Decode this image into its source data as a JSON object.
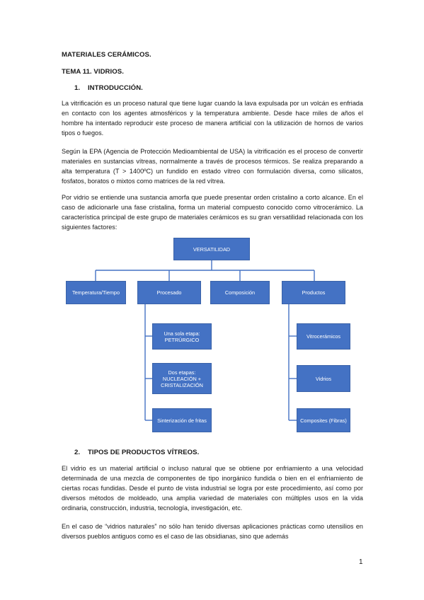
{
  "doc": {
    "title": "MATERIALES CERÁMICOS.",
    "subtitle": "TEMA 11. VIDRIOS.",
    "section1": "1.    INTRODUCCIÓN.",
    "p1": "La vitrificación es un proceso natural que tiene lugar cuando la lava expulsada por un volcán es enfriada en contacto con los agentes atmosféricos y la temperatura ambiente. Desde hace miles de años el hombre ha intentado reproducir este proceso de manera artificial con la utilización de hornos de varios tipos o fuegos.",
    "p2": "Según la EPA (Agencia de Protección Medioambiental de USA) la vitrificación es el proceso de convertir materiales en sustancias vítreas, normalmente a través de procesos térmicos. Se realiza preparando a alta temperatura (T > 1400ºC) un fundido en estado vítreo con formulación diversa, como silicatos, fosfatos, boratos o mixtos como matrices de la red vítrea.",
    "p3": "Por vidrio se entiende una sustancia amorfa que puede presentar orden cristalino a corto alcance. En el caso de adicionarle una fase cristalina, forma un material compuesto conocido como vitrocerámico. La característica principal de este grupo de materiales cerámicos es su gran versatilidad relacionada con los siguientes factores:",
    "section2": "2.    TIPOS DE PRODUCTOS VÍTREOS.",
    "p4": "El vidrio es un material artificial o incluso natural que se obtiene por enfriamiento a una velocidad determinada de una mezcla de componentes de tipo inorgánico fundida o bien en el enfriamiento de ciertas rocas fundidas. Desde el punto de vista industrial se logra por este procedimiento, así como por diversos métodos de moldeado, una amplia variedad de materiales con múltiples usos en la vida ordinaria, construcción, industria, tecnología, investigación, etc.",
    "p5": "En el caso de “vidrios naturales” no sólo han tenido diversas aplicaciones prácticas como utensilios en diversos pueblos antiguos como es el caso de las obsidianas, sino que además",
    "page_number": "1"
  },
  "diagram": {
    "root": "VERSATILIDAD",
    "branches": [
      "Temperatura/Tiempo",
      "Procesado",
      "Composición",
      "Productos"
    ],
    "procesado_children": [
      [
        "Una sola etapa:",
        "PETRÚRGICO"
      ],
      [
        "Dos etapas:",
        "NUCLEACIÓN +",
        "CRISTALIZACIÓN"
      ],
      [
        "Sinterización de fritas"
      ]
    ],
    "productos_children": [
      "Vitrocerámicos",
      "Vidrios",
      "Composites (Fibras)"
    ],
    "colors": {
      "box_fill": "#4472c4",
      "line": "#4472c4"
    }
  }
}
